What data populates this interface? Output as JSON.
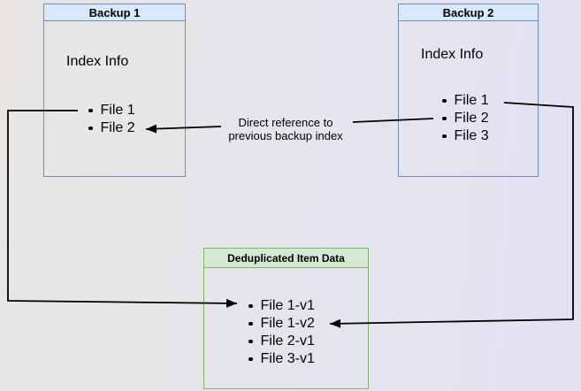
{
  "diagram": {
    "backup1": {
      "title": "Backup 1",
      "section_label": "Index Info",
      "files": [
        "File 1",
        "File 2"
      ]
    },
    "backup2": {
      "title": "Backup 2",
      "section_label": "Index Info",
      "files": [
        "File 1",
        "File 2",
        "File 3"
      ]
    },
    "dedup": {
      "title": "Deduplicated Item Data",
      "files": [
        "File 1-v1",
        "File 1-v2",
        "File 2-v1",
        "File 3-v1"
      ]
    },
    "annotation": {
      "line1": "Direct reference to",
      "line2": "previous backup index"
    },
    "colors": {
      "blue_border": "#6c8ebf",
      "blue_header_fill": "#dae8fc",
      "green_border": "#82b366",
      "green_header_fill": "#d5e8d4",
      "arrow": "#000000",
      "canvas_gradient_left": "#e9e6e4",
      "canvas_gradient_right": "#e2e2f3"
    }
  }
}
